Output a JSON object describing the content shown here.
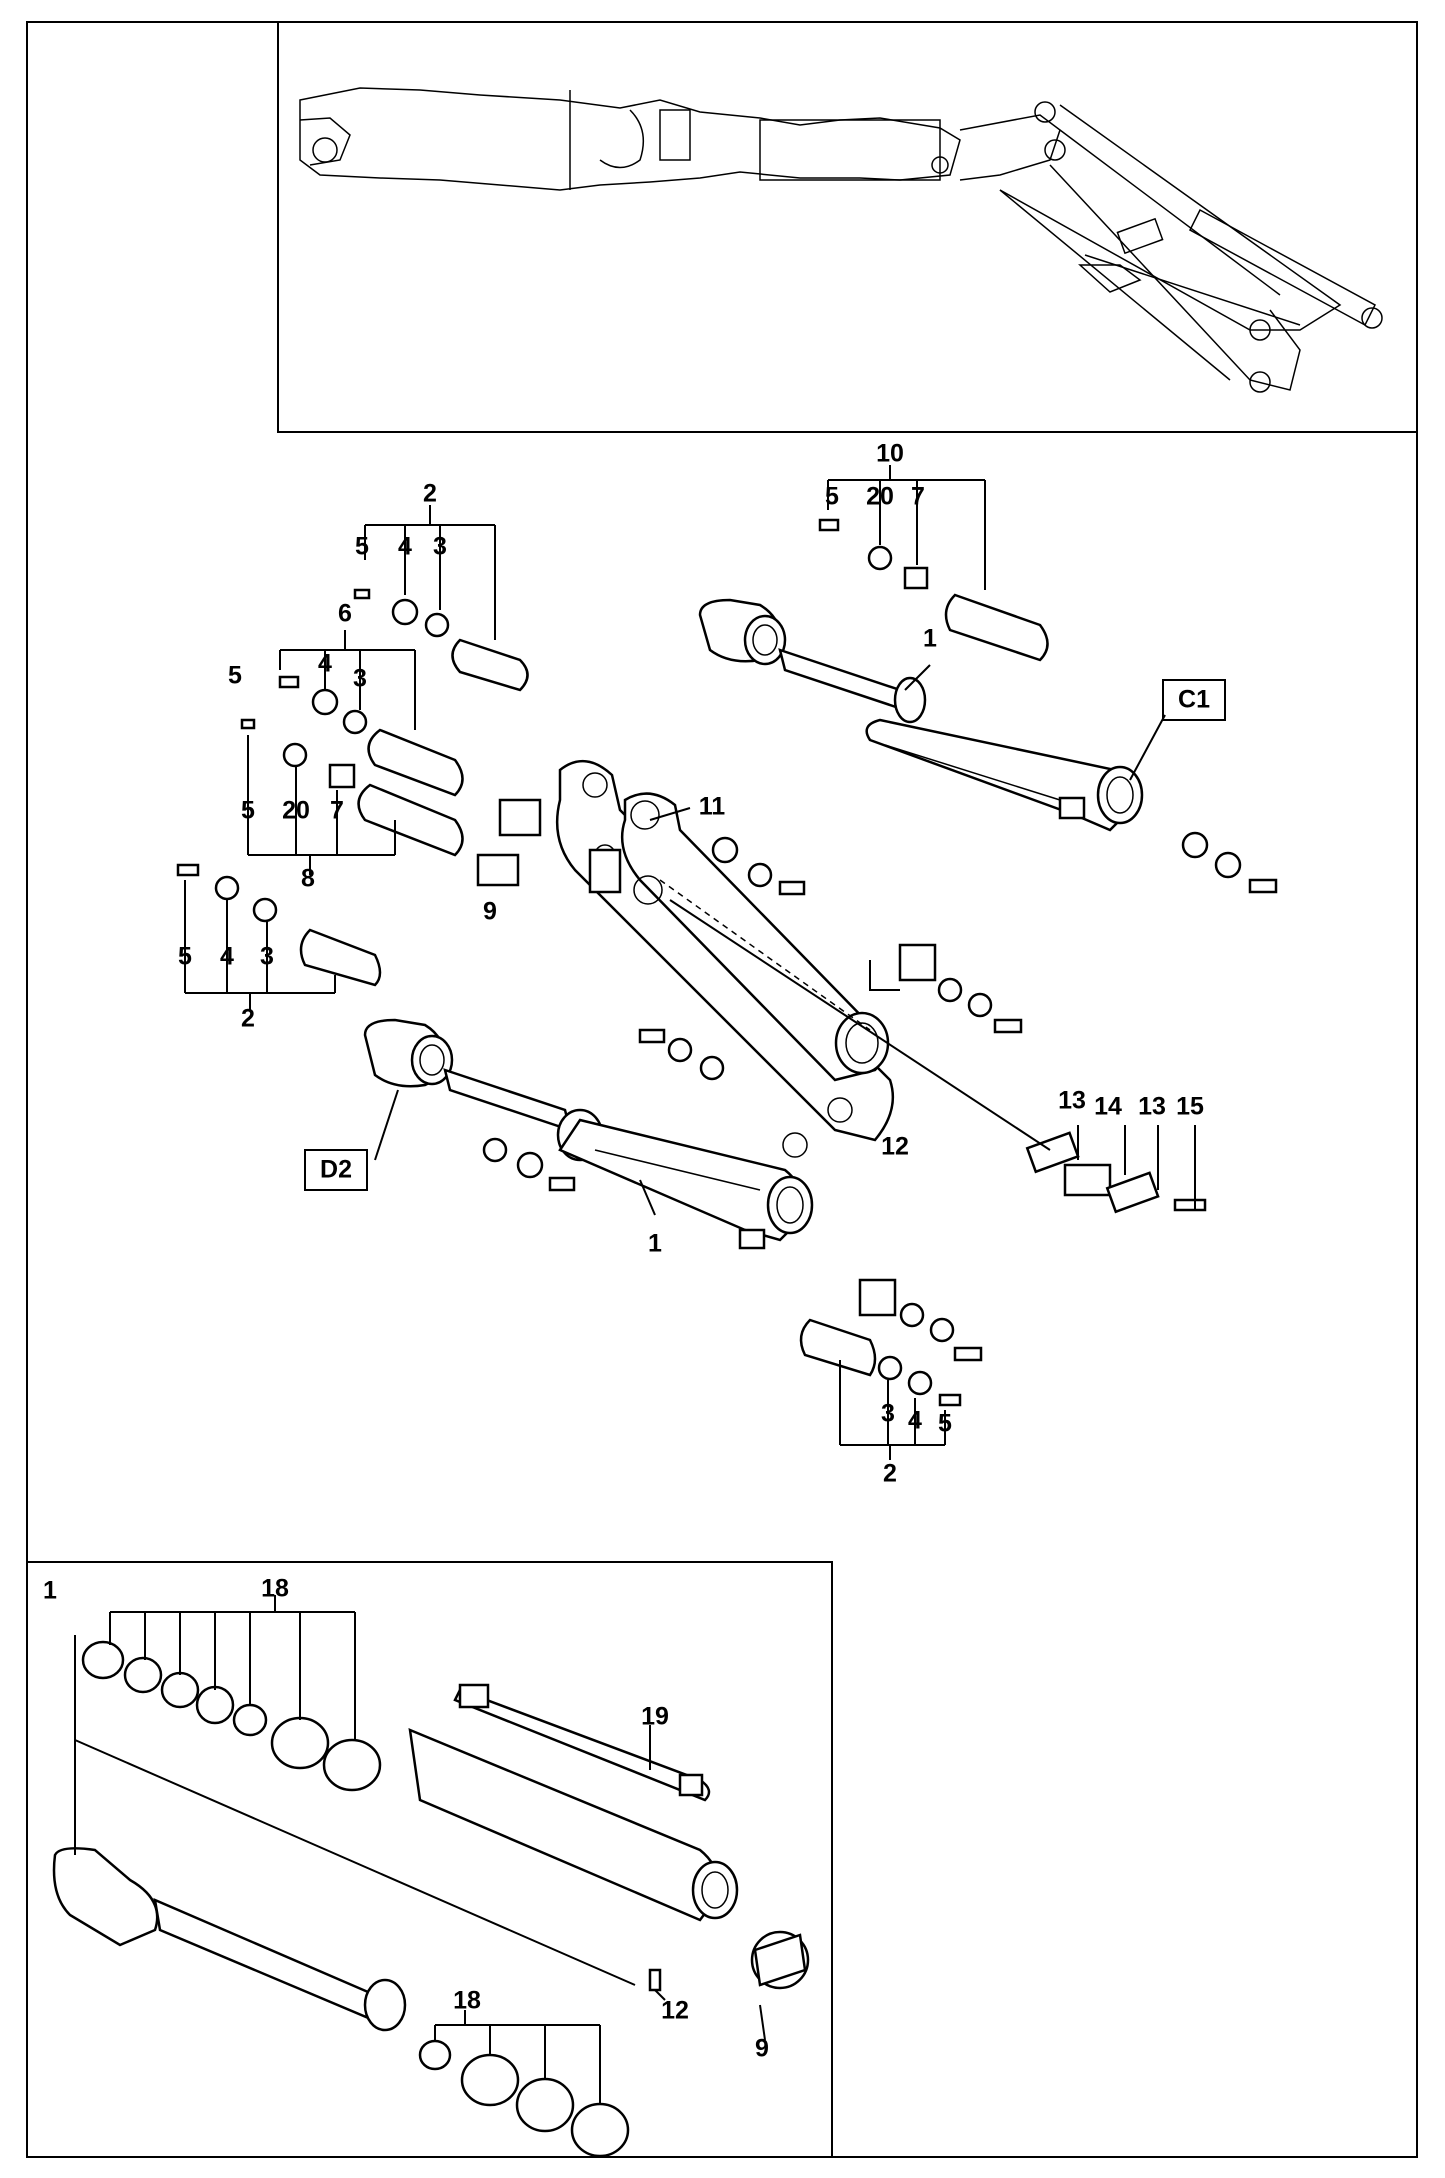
{
  "colors": {
    "line": "#000000",
    "background": "#ffffff"
  },
  "callouts": {
    "c1_box": "C1",
    "d2_box": "D2",
    "top_right_group": {
      "n10": "10",
      "n5": "5",
      "n20": "20",
      "n7": "7",
      "n1": "1"
    },
    "upper_left_group": {
      "n2": "2",
      "n5": "5",
      "n4": "4",
      "n3": "3"
    },
    "group6": {
      "n6": "6",
      "n5": "5",
      "n4": "4",
      "n3": "3"
    },
    "group8": {
      "n5": "5",
      "n20": "20",
      "n7": "7",
      "n8": "8"
    },
    "middle_left_group": {
      "n5": "5",
      "n4": "4",
      "n3": "3",
      "n2": "2",
      "n9": "9",
      "n11": "11"
    },
    "lower_group": {
      "n1": "1",
      "n12": "12",
      "n13a": "13",
      "n14": "14",
      "n13b": "13",
      "n15": "15"
    },
    "bottom_right_group": {
      "n3": "3",
      "n4": "4",
      "n5": "5",
      "n2": "2"
    },
    "inset": {
      "n1": "1",
      "n18a": "18",
      "n19": "19",
      "n18b": "18",
      "n12": "12",
      "n9": "9"
    }
  }
}
